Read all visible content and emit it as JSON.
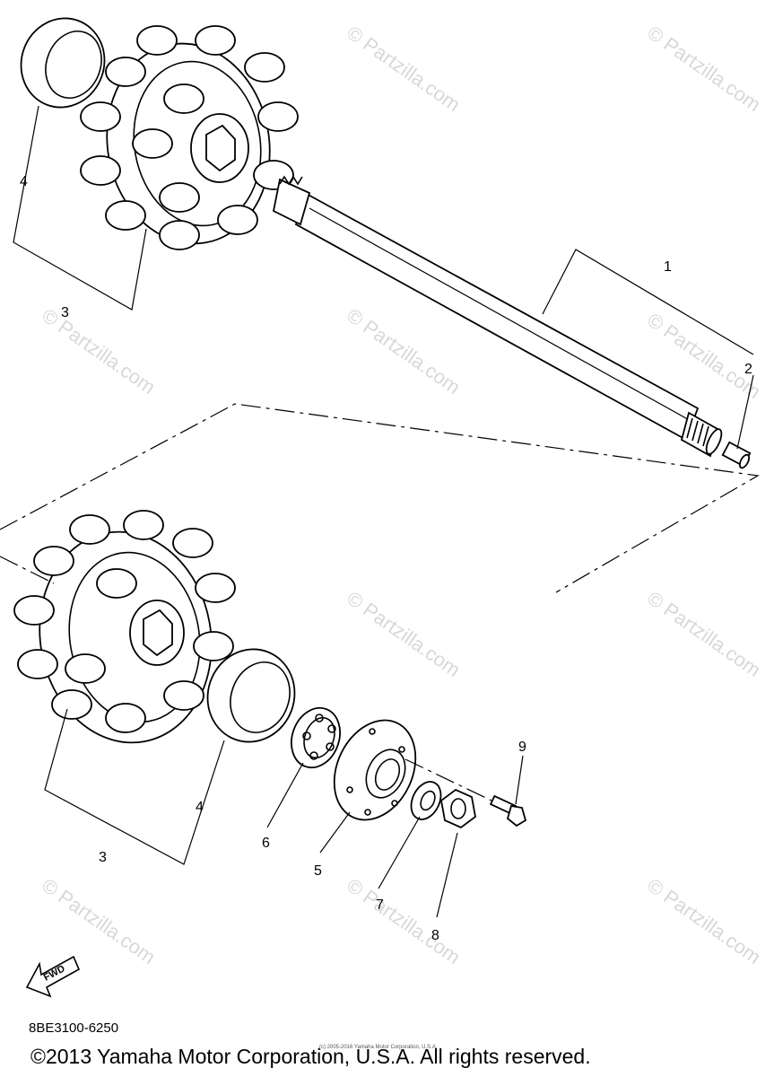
{
  "diagram": {
    "labels": [
      "1",
      "2",
      "3",
      "3",
      "4",
      "4",
      "5",
      "6",
      "7",
      "8",
      "9"
    ],
    "drawing_code": "8BE3100-6250",
    "copyright": "©2013 Yamaha Motor Corporation, U.S.A. All rights reserved.",
    "small_print": "(c) 2005-2016 Yamaha Motor Corporation, U.S.A.",
    "fwd_label": "FWD",
    "watermark": "© Partzilla.com"
  }
}
